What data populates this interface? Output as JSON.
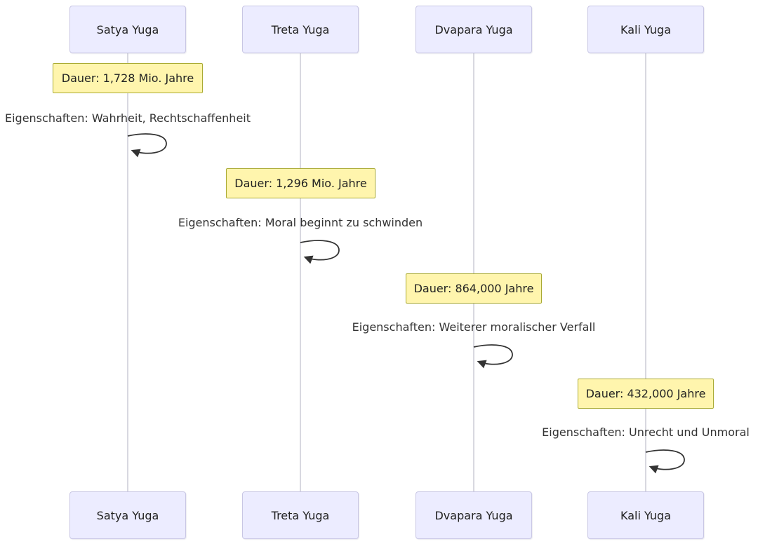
{
  "diagram": {
    "type": "sequence-diagram",
    "title_hint": "Yuga cycle sequence diagram (German)",
    "actors": [
      {
        "label": "Satya Yuga",
        "note": "Dauer: 1,728 Mio. Jahre",
        "self_message": "Eigenschaften: Wahrheit, Rechtschaffenheit"
      },
      {
        "label": "Treta Yuga",
        "note": "Dauer: 1,296 Mio. Jahre",
        "self_message": "Eigenschaften: Moral beginnt zu schwinden"
      },
      {
        "label": "Dvapara Yuga",
        "note": "Dauer: 864,000 Jahre",
        "self_message": "Eigenschaften: Weiterer moralischer Verfall"
      },
      {
        "label": "Kali Yuga",
        "note": "Dauer: 432,000 Jahre",
        "self_message": "Eigenschaften: Unrecht und Unmoral"
      }
    ],
    "colors": {
      "actor_fill": "#ECECFF",
      "actor_border": "#C8C6E4",
      "note_fill": "#FFF5AD",
      "note_border": "#AAAA33",
      "lifeline": "#D8D8E0",
      "text": "#333333",
      "arrow": "#333333",
      "background": "#FFFFFF"
    }
  }
}
